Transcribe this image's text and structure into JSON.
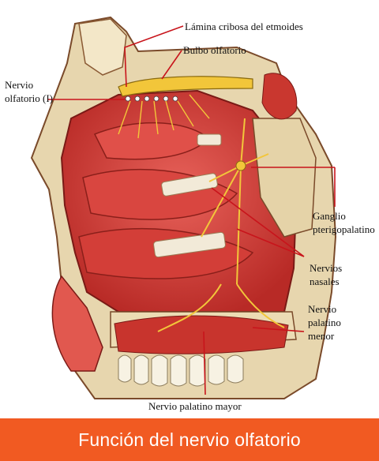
{
  "labels": {
    "lamina": "Lámina cribosa del etmoides",
    "bulbo": "Bulbo olfatorio",
    "nervio_olfatorio_line1": "Nervio",
    "nervio_olfatorio_line2": "olfatorio (I)",
    "ganglio_line1": "Ganglio",
    "ganglio_line2": "pterigopalatino",
    "nasales_line1": "Nervios",
    "nasales_line2": "nasales",
    "palatino_menor_line1": "Nervio",
    "palatino_menor_line2": "palatino",
    "palatino_menor_line3": "menor",
    "palatino_mayor": "Nervio palatino mayor"
  },
  "banner": {
    "title": "Función del nervio olfatorio"
  },
  "colors": {
    "tissue": "#d9423a",
    "tissue_dark": "#a82521",
    "bone": "#f1e4c3",
    "nerve": "#f2c63a",
    "leader": "#c8141b",
    "banner": "#f15a22"
  }
}
